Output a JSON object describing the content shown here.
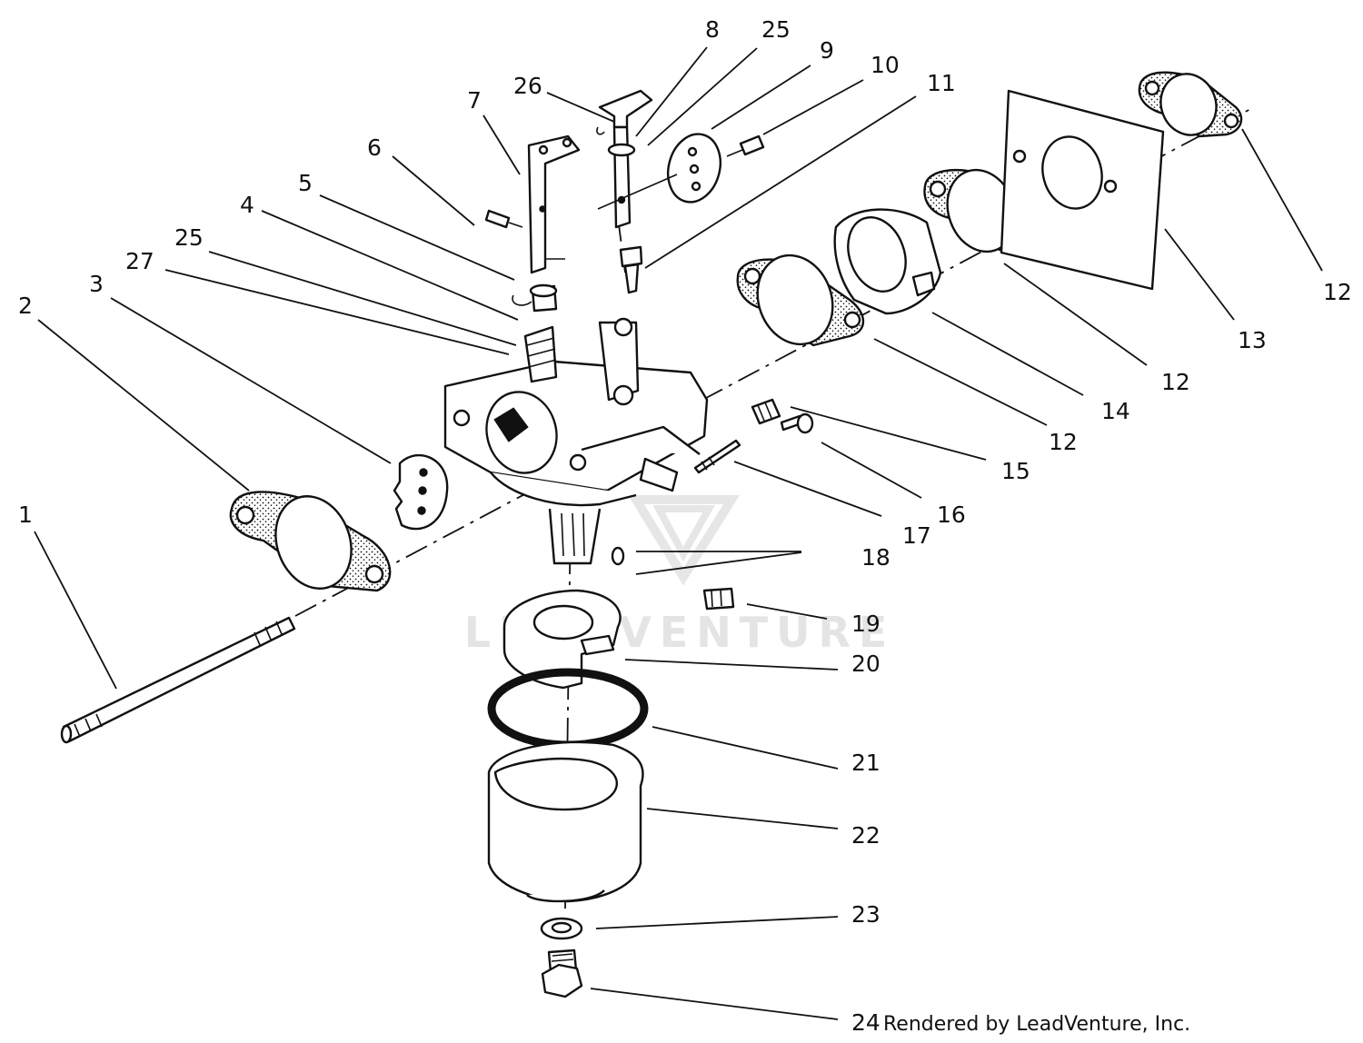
{
  "diagram": {
    "callouts": [
      {
        "id": "c1",
        "text": "1"
      },
      {
        "id": "c2",
        "text": "2"
      },
      {
        "id": "c3",
        "text": "3"
      },
      {
        "id": "c27",
        "text": "27"
      },
      {
        "id": "c25a",
        "text": "25"
      },
      {
        "id": "c4",
        "text": "4"
      },
      {
        "id": "c5",
        "text": "5"
      },
      {
        "id": "c6",
        "text": "6"
      },
      {
        "id": "c7",
        "text": "7"
      },
      {
        "id": "c26",
        "text": "26"
      },
      {
        "id": "c8",
        "text": "8"
      },
      {
        "id": "c25b",
        "text": "25"
      },
      {
        "id": "c9",
        "text": "9"
      },
      {
        "id": "c10",
        "text": "10"
      },
      {
        "id": "c11",
        "text": "11"
      },
      {
        "id": "c12a",
        "text": "12"
      },
      {
        "id": "c13",
        "text": "13"
      },
      {
        "id": "c12b",
        "text": "12"
      },
      {
        "id": "c14",
        "text": "14"
      },
      {
        "id": "c12c",
        "text": "12"
      },
      {
        "id": "c15",
        "text": "15"
      },
      {
        "id": "c16",
        "text": "16"
      },
      {
        "id": "c17",
        "text": "17"
      },
      {
        "id": "c18",
        "text": "18"
      },
      {
        "id": "c19",
        "text": "19"
      },
      {
        "id": "c20",
        "text": "20"
      },
      {
        "id": "c21",
        "text": "21"
      },
      {
        "id": "c22",
        "text": "22"
      },
      {
        "id": "c23",
        "text": "23"
      },
      {
        "id": "c24",
        "text": "24"
      }
    ],
    "credit": "Rendered by LeadVenture, Inc.",
    "watermark": "LEADVENTURE"
  },
  "colors": {
    "ink": "#111111",
    "paper": "#ffffff",
    "watermark": "#e4e4e4"
  }
}
